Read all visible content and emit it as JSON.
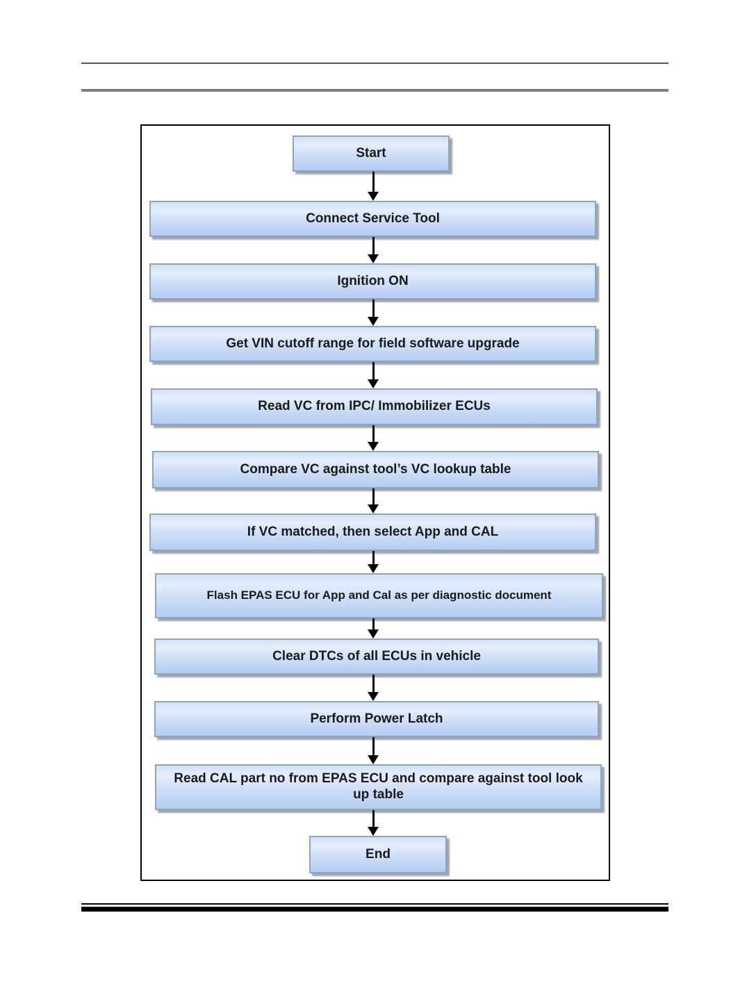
{
  "page": {
    "kind": "scanned-document-page",
    "header_text": "",
    "footer_text": ""
  },
  "flowchart": {
    "connector_style": "down-arrow",
    "nodes": [
      {
        "label": "Start",
        "kind": "terminator"
      },
      {
        "label": "Connect Service Tool",
        "kind": "process"
      },
      {
        "label": "Ignition ON",
        "kind": "process"
      },
      {
        "label": "Get VIN cutoff range for field software upgrade",
        "kind": "process"
      },
      {
        "label": "Read VC from IPC/ Immobilizer ECUs",
        "kind": "process"
      },
      {
        "label": "Compare VC against tool’s VC lookup table",
        "kind": "process"
      },
      {
        "label": "If VC matched, then select App and CAL",
        "kind": "process"
      },
      {
        "label": "Flash EPAS ECU for App and Cal as per diagnostic document",
        "kind": "process"
      },
      {
        "label": "Clear DTCs of all ECUs in vehicle",
        "kind": "process"
      },
      {
        "label": "Perform Power Latch",
        "kind": "process"
      },
      {
        "label": "Read CAL part no from EPAS ECU and compare against tool look up table",
        "kind": "process"
      },
      {
        "label": "End",
        "kind": "terminator"
      }
    ]
  },
  "colors": {
    "page_background": "#ffffff",
    "frame_border": "#000000",
    "box_border": "#8aa5c4",
    "box_gradient_top": "#d3e1f6",
    "box_gradient_light": "#e4eefc",
    "box_gradient_mid": "#cedef7",
    "box_gradient_bottom": "#b3cdf2",
    "box_text": "#1a1a1a",
    "arrow": "#000000",
    "header_rule_dark": "#58585a",
    "header_rule_gray": "#7d7d7f",
    "footer_rule": "#000000"
  }
}
